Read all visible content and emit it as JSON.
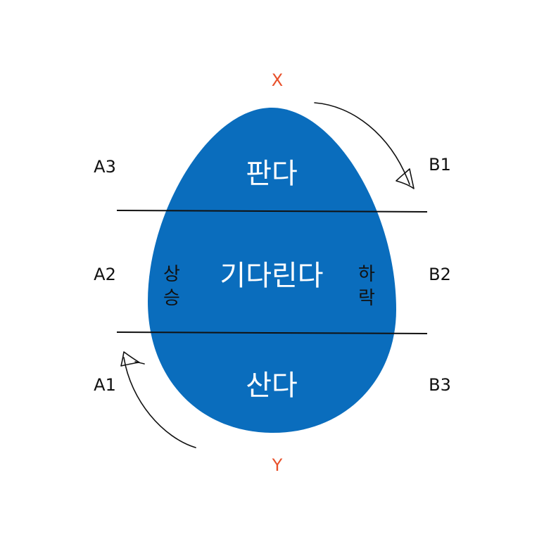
{
  "colors": {
    "egg_fill": "#0a6dbd",
    "pole_text": "#e8502a",
    "ink": "#111111",
    "zone_text": "#ffffff"
  },
  "poles": {
    "top": "X",
    "bottom": "Y"
  },
  "zones": {
    "top": "판다",
    "middle": "기다린다",
    "bottom": "산다"
  },
  "trends": {
    "left_line1": "상",
    "left_line2": "승",
    "right_line1": "하",
    "right_line2": "락"
  },
  "left_labels": {
    "top": "A3",
    "middle": "A2",
    "bottom": "A1"
  },
  "right_labels": {
    "top": "B1",
    "middle": "B2",
    "bottom": "B3"
  }
}
